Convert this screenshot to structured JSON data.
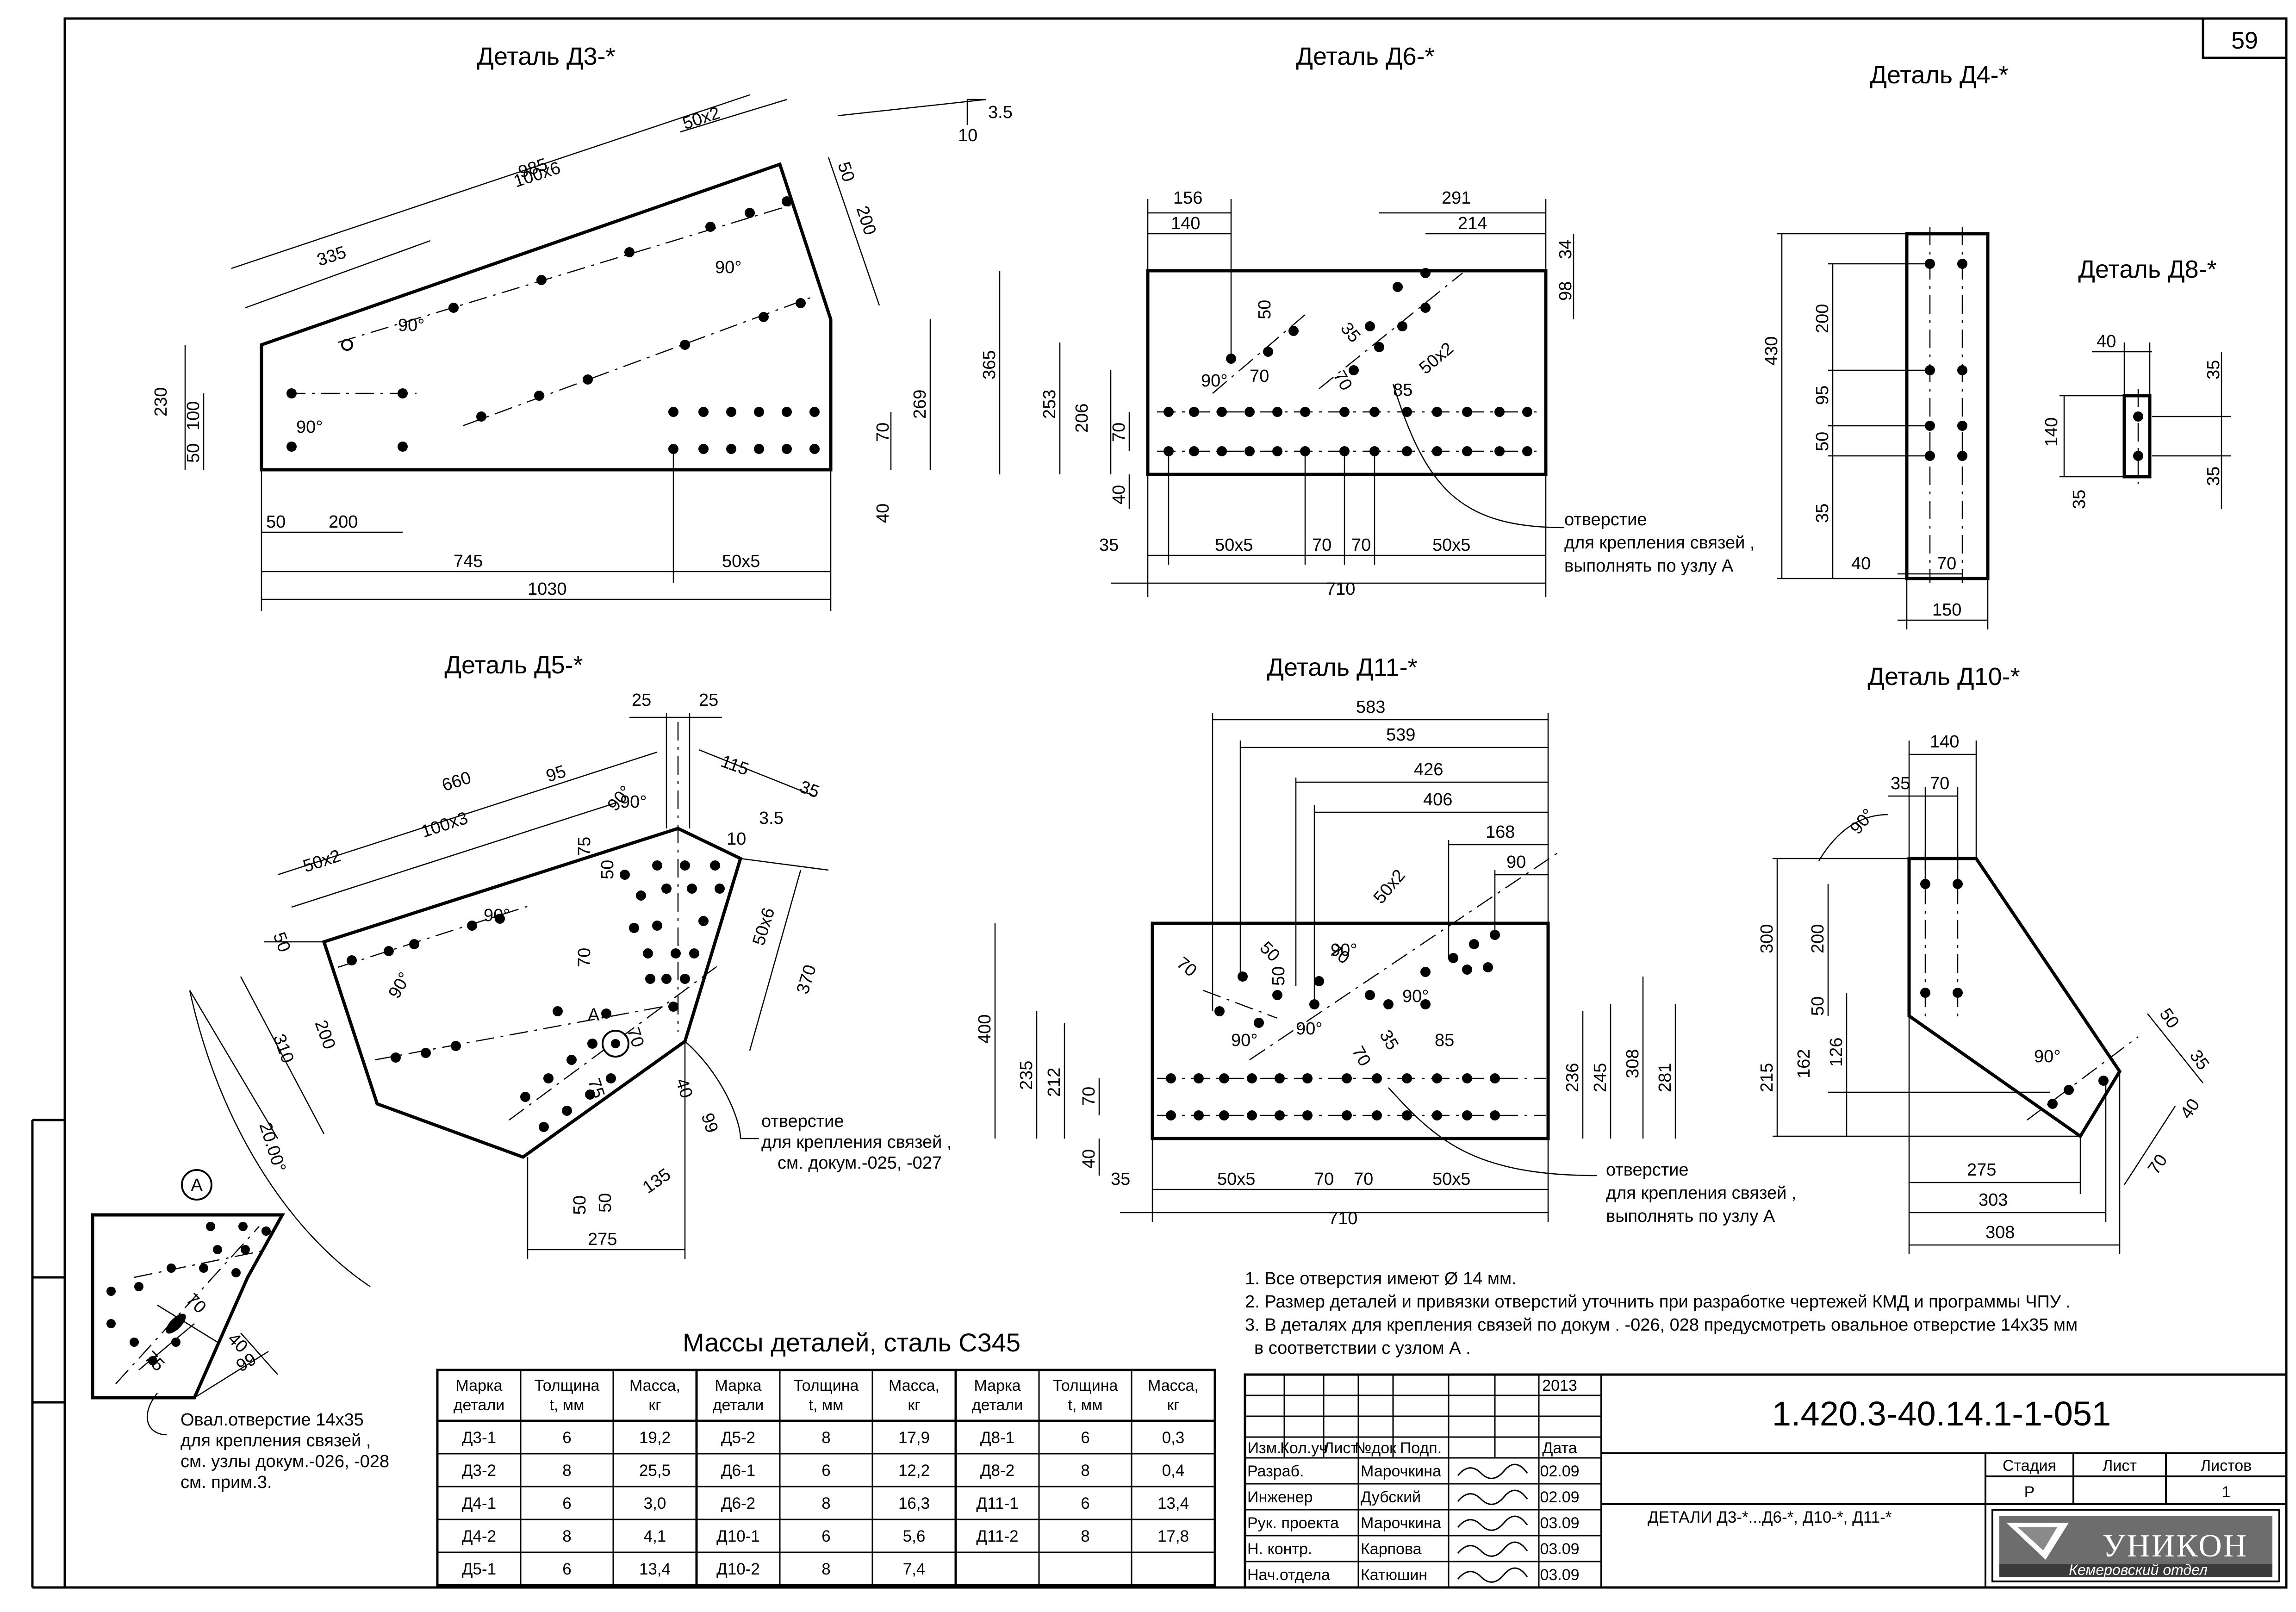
{
  "sheet": {
    "page_number": "59",
    "details": {
      "d3": {
        "title": "Деталь Д3-*",
        "dims": [
          "985",
          "335",
          "100х6",
          "50х2",
          "50",
          "200",
          "90°",
          "90°",
          "90°",
          "230",
          "100",
          "50",
          "269",
          "70",
          "40",
          "50",
          "200",
          "745",
          "50х5",
          "1030",
          "3.5",
          "10"
        ]
      },
      "d6": {
        "title": "Деталь Д6-*",
        "dims": [
          "156",
          "140",
          "291",
          "214",
          "34",
          "98",
          "50",
          "35",
          "90°",
          "70",
          "70",
          "85",
          "50х2",
          "365",
          "253",
          "206",
          "70",
          "40",
          "35",
          "50х5",
          "70",
          "70",
          "50х5",
          "710"
        ]
      },
      "d4": {
        "title": "Деталь Д4-*",
        "dims": [
          "430",
          "200",
          "95",
          "50",
          "35",
          "40",
          "70",
          "150"
        ]
      },
      "d8": {
        "title": "Деталь Д8-*",
        "dims": [
          "40",
          "35",
          "140",
          "35",
          "35"
        ]
      },
      "d5": {
        "title": "Деталь Д5-*",
        "dims": [
          "25",
          "25",
          "660",
          "95",
          "115",
          "35",
          "50",
          "50х2",
          "100х3",
          "90°",
          "3.5",
          "10",
          "75",
          "50",
          "70",
          "50х6",
          "370",
          "90°",
          "200",
          "310",
          "A",
          "70",
          "75",
          "40",
          "99",
          "135",
          "50",
          "50",
          "275",
          "20.00°",
          "90°",
          "90°"
        ]
      },
      "d11": {
        "title": "Деталь Д11-*",
        "dims": [
          "583",
          "539",
          "426",
          "406",
          "168",
          "90",
          "50х2",
          "70",
          "50",
          "50",
          "70",
          "90°",
          "90°",
          "90°",
          "90°",
          "70",
          "35",
          "85",
          "400",
          "235",
          "212",
          "70",
          "40",
          "236",
          "245",
          "308",
          "281",
          "35",
          "50х5",
          "70",
          "70",
          "50х5",
          "710"
        ]
      },
      "d10": {
        "title": "Деталь Д10-*",
        "dims": [
          "140",
          "35",
          "70",
          "90°",
          "300",
          "200",
          "50",
          "215",
          "162",
          "126",
          "90°",
          "50",
          "35",
          "40",
          "70",
          "275",
          "303",
          "308"
        ]
      }
    },
    "callouts": {
      "hole_a_1": [
        "отверстие",
        "для крепления связей ,",
        "выполнять по узлу А"
      ],
      "hole_d5": [
        "отверстие",
        "для крепления связей ,",
        "см. докум.-025, -027"
      ],
      "hole_a_2": [
        "отверстие",
        "для крепления связей ,",
        "выполнять по узлу А"
      ]
    },
    "node_a": {
      "label": "А",
      "dims": [
        "70",
        "75",
        "40",
        "99"
      ],
      "caption": [
        "Овал.отверстие 14х35",
        "для крепления связей ,",
        "см. узлы докум.-026, -028",
        "см. прим.3."
      ]
    },
    "notes": [
      "1. Все отверстия имеют  Ø 14 мм.",
      "2. Размер деталей и привязки отверстий уточнить при разработке чертежей КМД и программы ЧПУ  .",
      "3. В деталях для крепления связей по докум . -026, 028  предусмотреть овальное отверстие  14х35 мм",
      "в соответствии с узлом А ."
    ],
    "mass_table": {
      "title": "Массы деталей, сталь С345",
      "headers": [
        [
          "Марка",
          "детали"
        ],
        [
          "Толщина",
          "t, мм"
        ],
        [
          "Масса,",
          "кг"
        ]
      ],
      "groups": [
        [
          [
            "Д3-1",
            "6",
            "19,2"
          ],
          [
            "Д3-2",
            "8",
            "25,5"
          ],
          [
            "Д4-1",
            "6",
            "3,0"
          ],
          [
            "Д4-2",
            "8",
            "4,1"
          ],
          [
            "Д5-1",
            "6",
            "13,4"
          ]
        ],
        [
          [
            "Д5-2",
            "8",
            "17,9"
          ],
          [
            "Д6-1",
            "6",
            "12,2"
          ],
          [
            "Д6-2",
            "8",
            "16,3"
          ],
          [
            "Д10-1",
            "6",
            "5,6"
          ],
          [
            "Д10-2",
            "8",
            "7,4"
          ]
        ],
        [
          [
            "Д8-1",
            "6",
            "0,3"
          ],
          [
            "Д8-2",
            "8",
            "0,4"
          ],
          [
            "Д11-1",
            "6",
            "13,4"
          ],
          [
            "Д11-2",
            "8",
            "17,8"
          ],
          [
            "",
            "",
            " "
          ]
        ]
      ]
    },
    "title_block": {
      "code": "1.420.3-40.14.1-1-051",
      "year": "2013",
      "headers": [
        "Изм.",
        "Кол.уч",
        "Лист",
        "№док",
        "Подп.",
        "Дата"
      ],
      "rows": [
        {
          "role": "Разраб.",
          "name": "Марочкина",
          "date": "02.09"
        },
        {
          "role": "Инженер",
          "name": "Дубский",
          "date": "02.09"
        },
        {
          "role": "Рук. проекта",
          "name": "Марочкина",
          "date": "03.09"
        },
        {
          "role": "Н. контр.",
          "name": "Карпова",
          "date": "03.09"
        },
        {
          "role": "Нач.отдела",
          "name": "Катюшин",
          "date": "03.09"
        }
      ],
      "description": "ДЕТАЛИ  Д3-*...Д6-*, Д10-*, Д11-*",
      "stage_label": "Стадия",
      "sheet_label": "Лист",
      "sheets_label": "Листов",
      "stage_value": "Р",
      "sheets_value": "1",
      "company": "УНИКОН",
      "department": "Кемеровский отдел"
    }
  }
}
